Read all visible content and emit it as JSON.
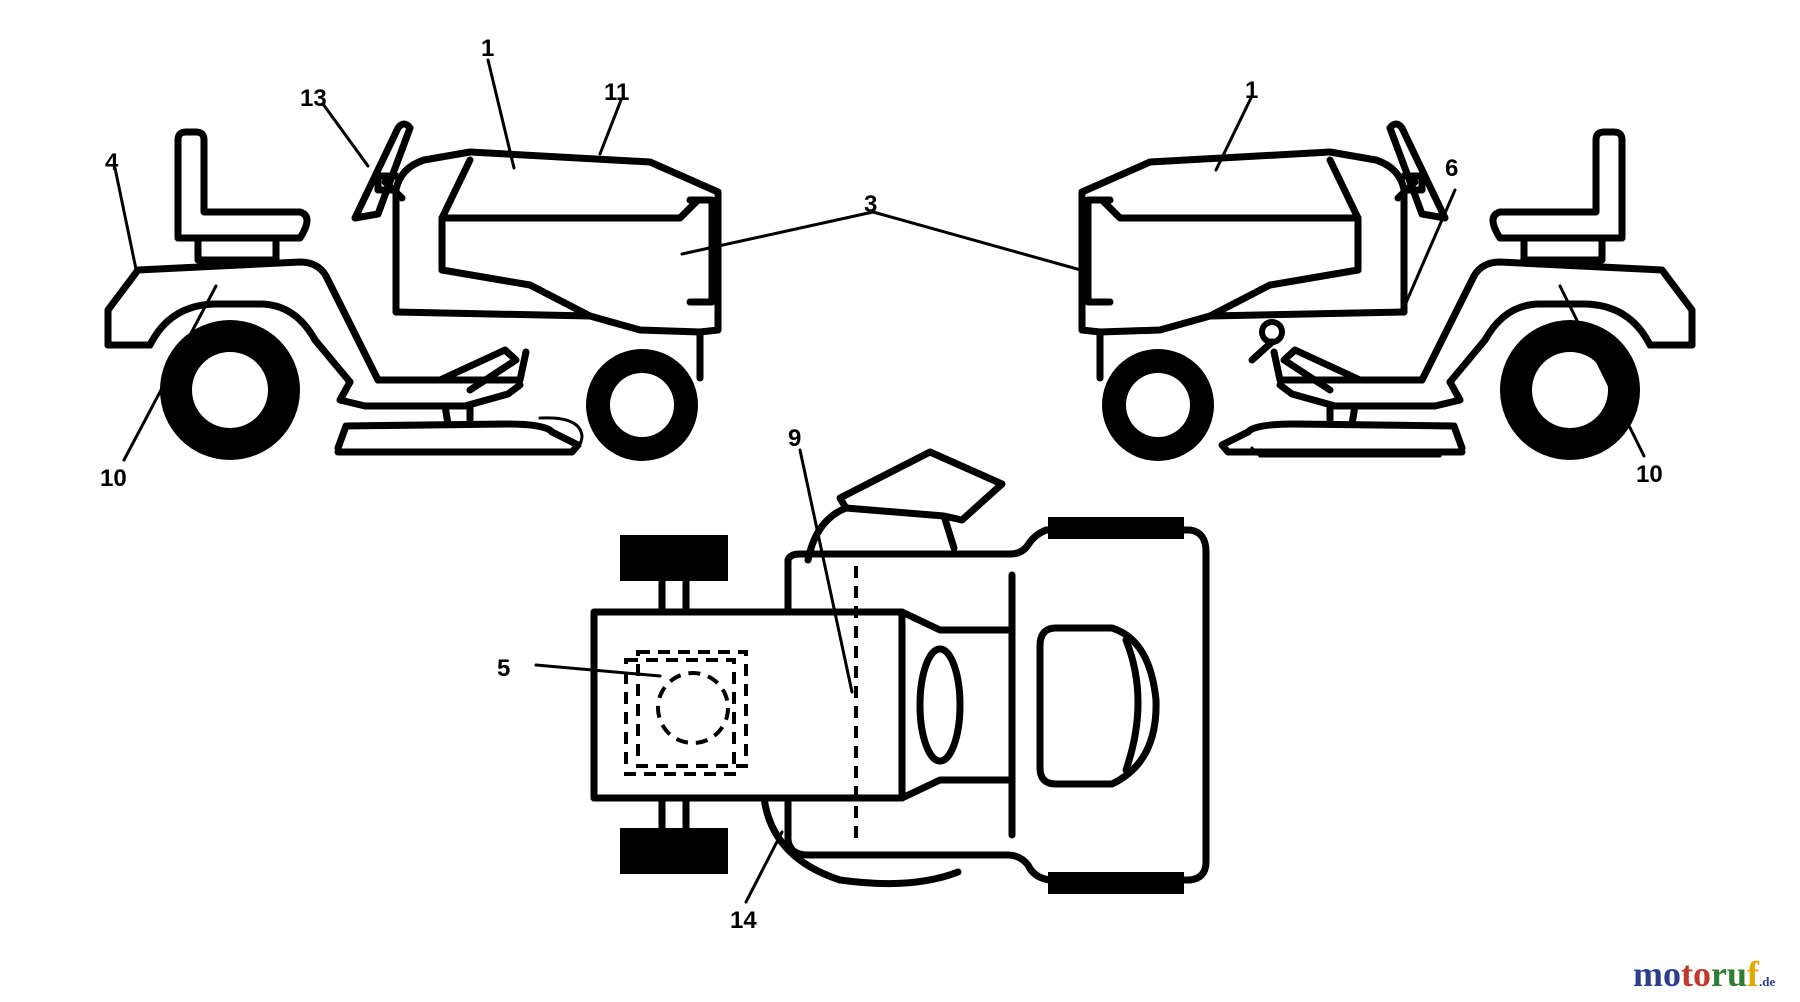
{
  "callouts": {
    "left": {
      "l1": "1",
      "l11": "11",
      "l13": "13",
      "l4": "4",
      "l3": "3",
      "l10": "10"
    },
    "right": {
      "l1": "1",
      "l6": "6",
      "l10": "10"
    },
    "top": {
      "l9": "9",
      "l5": "5",
      "l14": "14"
    }
  },
  "watermark": {
    "part1": "mo",
    "part2": "to",
    "part3": "ru",
    "part4": "f",
    "tld": ".de"
  },
  "colors": {
    "line": "#000000",
    "background": "#ffffff",
    "wm_blue": "#2d3e8c",
    "wm_red": "#c0392b",
    "wm_green": "#2e7d32",
    "wm_yellow": "#e0a800"
  }
}
